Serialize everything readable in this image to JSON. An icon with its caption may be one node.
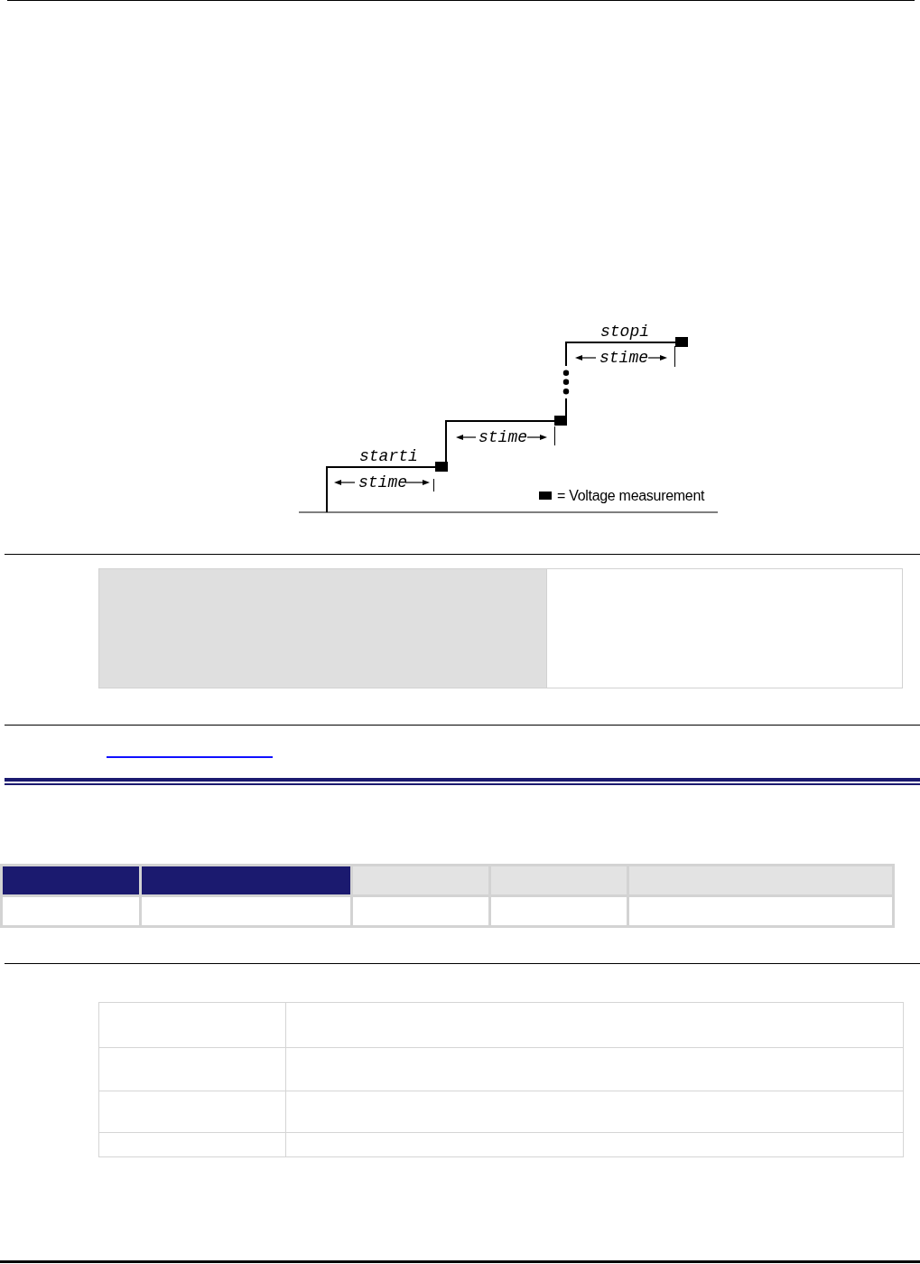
{
  "diagram": {
    "labels": [
      "stopi",
      "stime",
      "stime",
      "starti",
      "stime"
    ],
    "legend": [
      {
        "text": "= Voltage measurement",
        "color": "#000000"
      }
    ]
  }
}
